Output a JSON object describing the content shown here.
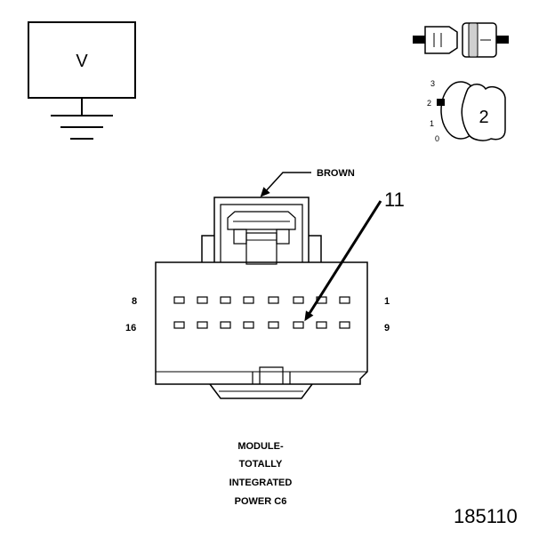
{
  "meter": {
    "label": "V"
  },
  "key_icon": {
    "position_label": "2",
    "positions": [
      "3",
      "2",
      "1",
      "0"
    ]
  },
  "connector": {
    "color_label": "BROWN",
    "callout_pin": "11",
    "pin_labels": {
      "top_left": "8",
      "top_right": "1",
      "bottom_left": "16",
      "bottom_right": "9"
    },
    "caption_lines": [
      "MODULE-",
      "TOTALLY",
      "INTEGRATED",
      "POWER C6"
    ]
  },
  "figure_number": "185110",
  "colors": {
    "line": "#000000",
    "background": "#ffffff"
  }
}
